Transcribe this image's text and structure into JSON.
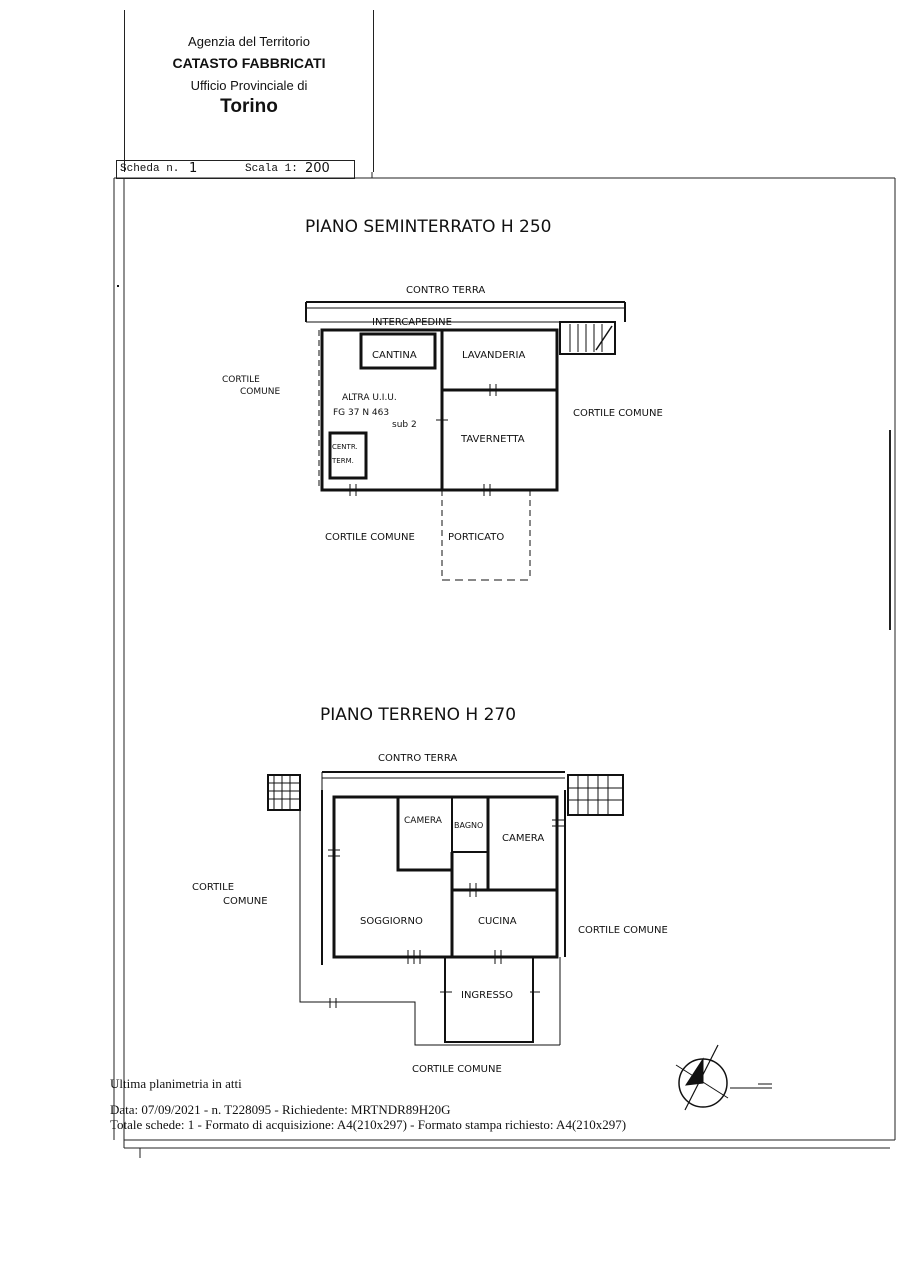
{
  "header": {
    "agency": "Agenzia del Territorio",
    "catasto": "CATASTO FABBRICATI",
    "office": "Ufficio Provinciale di",
    "city": "Torino"
  },
  "scheda": {
    "label": "Scheda n.",
    "number": "1",
    "scale_label": "Scala 1:",
    "scale": "200"
  },
  "plan1": {
    "title": "PIANO SEMINTERRATO H 250",
    "contro_terra": "CONTRO TERRA",
    "intercapedine": "INTERCAPEDINE",
    "cantina": "CANTINA",
    "lavanderia": "LAVANDERIA",
    "altra1": "ALTRA U.I.U.",
    "altra2": "FG 37 N 463",
    "altra3": "sub 2",
    "centrale1": "CENTR.",
    "centrale2": "TERM.",
    "tavernetta": "TAVERNETTA",
    "cortile_left1": "CORTILE",
    "cortile_left2": "COMUNE",
    "cortile_right": "CORTILE COMUNE",
    "cortile_bottom": "CORTILE COMUNE",
    "porticato": "PORTICATO"
  },
  "plan2": {
    "title": "PIANO TERRENO H 270",
    "contro_terra": "CONTRO TERRA",
    "camera1": "CAMERA",
    "bagno": "BAGNO",
    "camera2": "CAMERA",
    "soggiorno": "SOGGIORNO",
    "cucina": "CUCINA",
    "ingresso": "INGRESSO",
    "cortile_left1": "CORTILE",
    "cortile_left2": "COMUNE",
    "cortile_right": "CORTILE COMUNE",
    "cortile_bottom": "CORTILE COMUNE"
  },
  "footer": {
    "line1": "Ultima planimetria in atti",
    "line2": "Data: 07/09/2021 - n. T228095 - Richiedente: MRTNDR89H20G",
    "line3": "Totale schede: 1 - Formato di acquisizione: A4(210x297)  - Formato stampa richiesto: A4(210x297)"
  }
}
